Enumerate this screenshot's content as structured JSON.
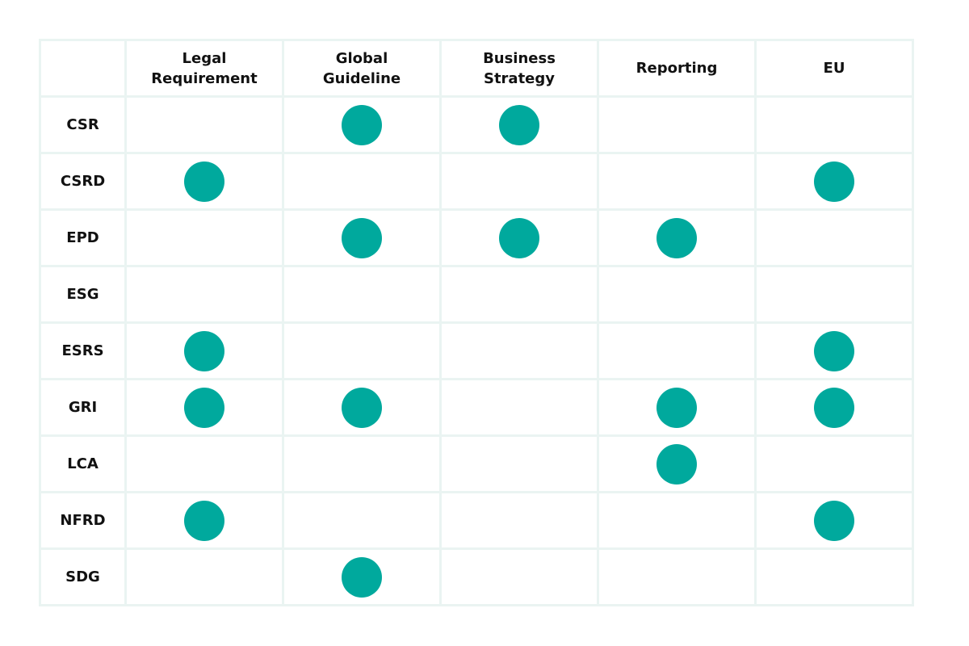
{
  "accent_color": "#00a99d",
  "corner_header": "",
  "columns": [
    {
      "line1": "Legal",
      "line2": "Requirement"
    },
    {
      "line1": "Global",
      "line2": "Guideline"
    },
    {
      "line1": "Business",
      "line2": "Strategy"
    },
    {
      "line1": "Reporting",
      "line2": ""
    },
    {
      "line1": "EU",
      "line2": ""
    }
  ],
  "rows": [
    {
      "label": "CSR",
      "marks": [
        false,
        true,
        true,
        false,
        false
      ]
    },
    {
      "label": "CSRD",
      "marks": [
        true,
        false,
        false,
        false,
        true
      ]
    },
    {
      "label": "EPD",
      "marks": [
        false,
        true,
        true,
        true,
        false
      ]
    },
    {
      "label": "ESG",
      "marks": [
        false,
        false,
        false,
        false,
        false
      ]
    },
    {
      "label": "ESRS",
      "marks": [
        true,
        false,
        false,
        false,
        true
      ]
    },
    {
      "label": "GRI",
      "marks": [
        true,
        true,
        false,
        true,
        true
      ]
    },
    {
      "label": "LCA",
      "marks": [
        false,
        false,
        false,
        true,
        false
      ]
    },
    {
      "label": "NFRD",
      "marks": [
        true,
        false,
        false,
        false,
        true
      ]
    },
    {
      "label": "SDG",
      "marks": [
        false,
        true,
        false,
        false,
        false
      ]
    }
  ]
}
